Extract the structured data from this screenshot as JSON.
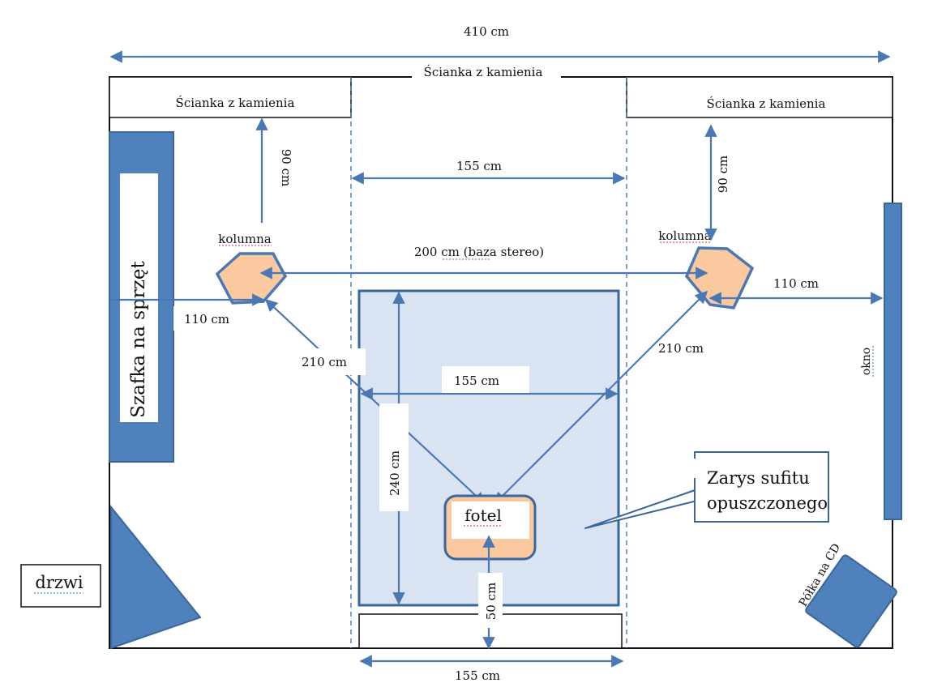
{
  "dims": {
    "total_width": "410 cm",
    "center_width": "155 cm",
    "stereo_base": "200 cm  (baza stereo)",
    "distance_left": "90 cm",
    "distance_right": "90 cm",
    "side_left": "110 cm",
    "side_right": "110 cm",
    "diag_left": "210 cm",
    "diag_right": "210 cm",
    "rect_width": "155 cm",
    "rect_depth": "240 cm",
    "chair_gap": "50 cm",
    "bottom_width": "155 cm"
  },
  "labels": {
    "wall_center": "Ścianka z kamienia",
    "wall_left": "Ścianka z kamienia",
    "wall_right": "Ścianka z kamienia",
    "speaker_left": "kolumna",
    "speaker_right": "kolumna",
    "cabinet": "Szafka na sprzęt",
    "window": "okno",
    "chair": "fotel",
    "ceiling_note": [
      "Zarys sufitu",
      "opuszczonego"
    ],
    "door": "drzwi",
    "cd_shelf": "Półka na CD"
  },
  "colors": {
    "arrow": "#4a78b5",
    "furniture": "#4f81bd",
    "speaker": "#fbc9a0",
    "ceiling": "#dae3f1"
  }
}
